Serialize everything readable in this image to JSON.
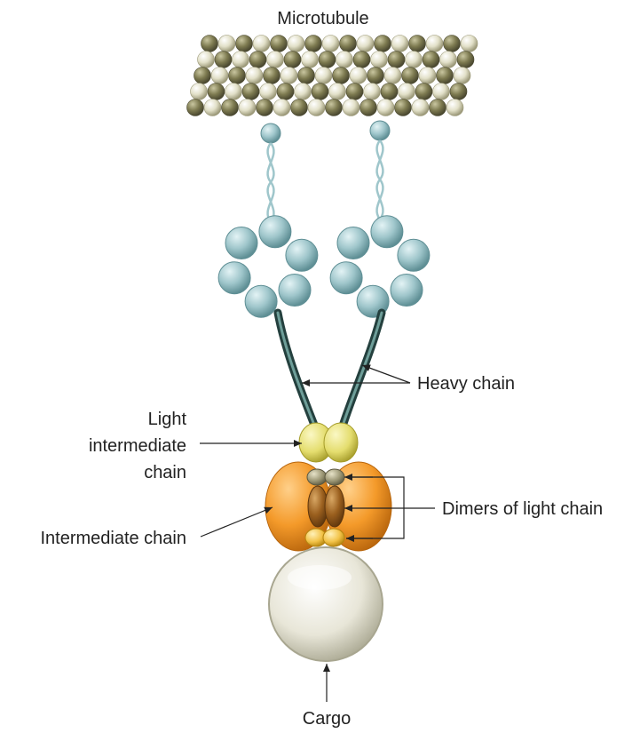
{
  "labels": {
    "microtubule": "Microtubule",
    "heavy_chain": "Heavy chain",
    "light_intermediate_chain": [
      "Light",
      "intermediate",
      "chain"
    ],
    "dimers_of_light_chain": "Dimers of light chain",
    "intermediate_chain": "Intermediate chain",
    "cargo": "Cargo"
  },
  "colors": {
    "tubulin_dark": "#7d7a50",
    "tubulin_light": "#e2e0c8",
    "motor_head": "#9fc6cb",
    "heavy_chain_stalk": "#3f6f6b",
    "light_intermediate_chain": "#e4dd6e",
    "intermediate_chain": "#f49a2a",
    "light_chain_dimer": "#9a5f1e",
    "light_chain_tip": "#f2c247",
    "cargo": "#e8e6d8"
  }
}
